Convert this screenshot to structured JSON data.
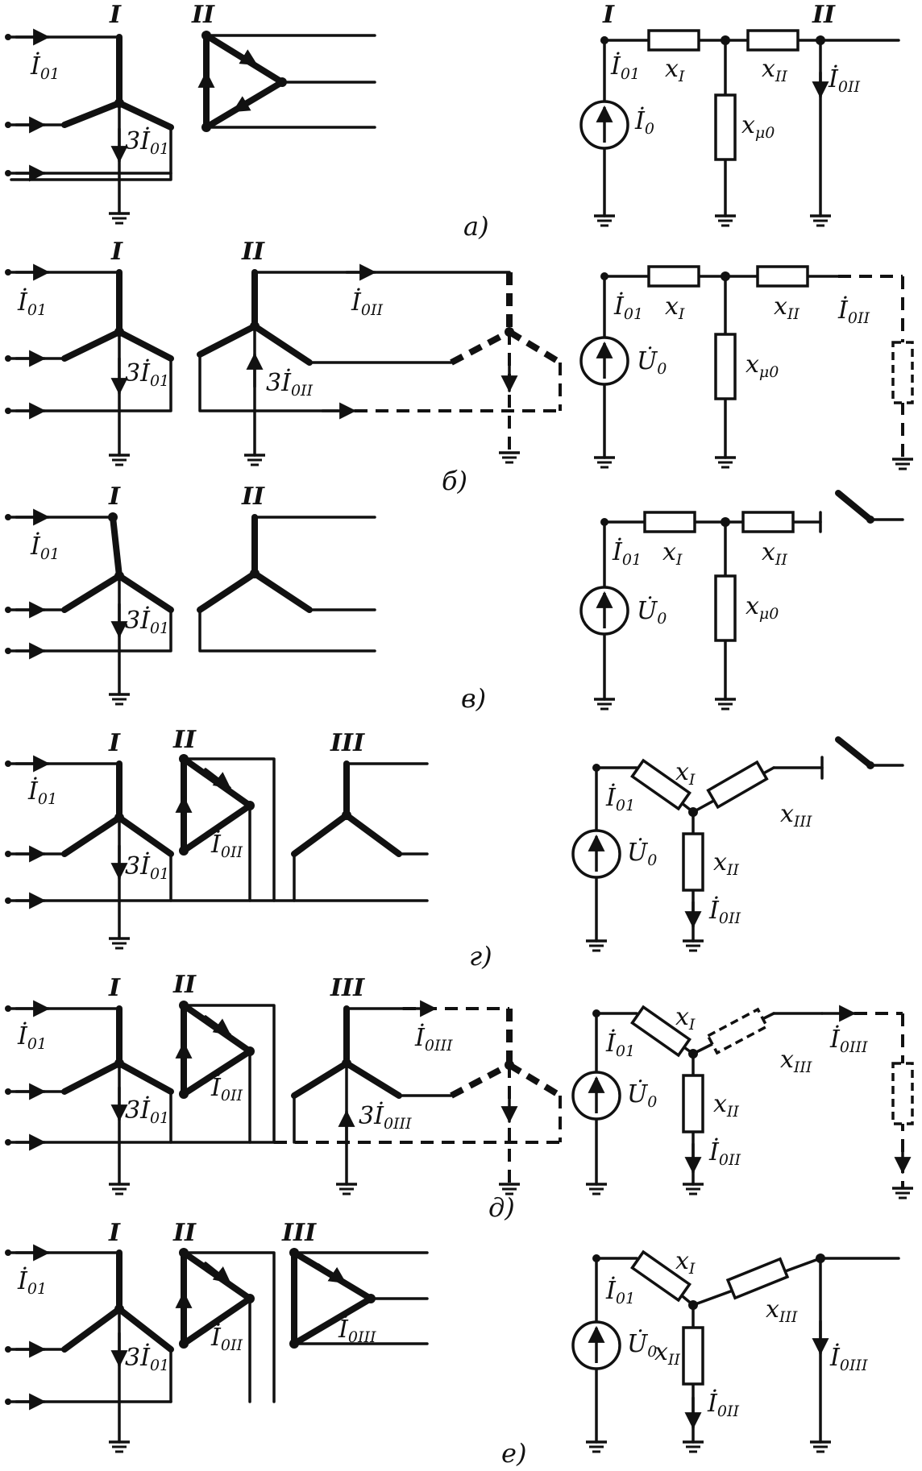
{
  "colors": {
    "ink": "#111111",
    "paper": "#ffffff"
  },
  "labels": {
    "I": "I",
    "II": "II",
    "III": "III",
    "cur": "İ",
    "three_cur": "3İ",
    "volt": "U̇",
    "x": "x",
    "i01": "01",
    "i0II": "0II",
    "i0III": "0III",
    "xI": "I",
    "xII": "II",
    "xIII": "III",
    "xmu": "μ0",
    "u0sub": "0"
  },
  "captions": [
    "а)",
    "б)",
    "в)",
    "г)",
    "д)",
    "е)"
  ]
}
